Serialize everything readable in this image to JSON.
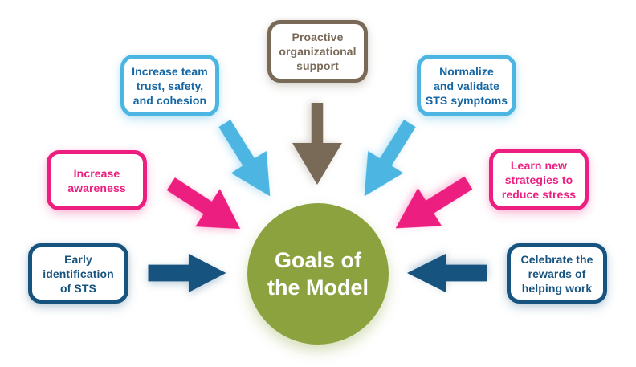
{
  "diagram": {
    "title": "Goals of the Model",
    "center": {
      "label": "Goals of\nthe Model",
      "shape": "circle",
      "color": "#8ba23e",
      "text_color": "#ffffff"
    },
    "colors": {
      "brown": "#796a58",
      "light_blue": "#4cb5e2",
      "light_blue_text": "#1566a3",
      "pink": "#ec1f81",
      "navy": "#17537f",
      "olive": "#8ba23e",
      "background": "#ffffff"
    },
    "nodes": [
      {
        "id": "proactive-organizational-support",
        "label": "Proactive\norganizational\nsupport",
        "color": "#796a58",
        "position": "top-center"
      },
      {
        "id": "increase-team-trust-safety-cohesion",
        "label": "Increase team\ntrust, safety,\nand cohesion",
        "color": "#4cb5e2",
        "position": "upper-left"
      },
      {
        "id": "normalize-validate-sts-symptoms",
        "label": "Normalize\nand validate\nSTS symptoms",
        "color": "#4cb5e2",
        "position": "upper-right"
      },
      {
        "id": "increase-awareness",
        "label": "Increase\nawareness",
        "color": "#ec1f81",
        "position": "mid-left"
      },
      {
        "id": "learn-new-strategies-reduce-stress",
        "label": "Learn new\nstrategies to\nreduce stress",
        "color": "#ec1f81",
        "position": "mid-right"
      },
      {
        "id": "early-identification-of-sts",
        "label": "Early\nidentification\nof STS",
        "color": "#17537f",
        "position": "bottom-left"
      },
      {
        "id": "celebrate-rewards-helping-work",
        "label": "Celebrate the\nrewards of\nhelping work",
        "color": "#17537f",
        "position": "bottom-right"
      }
    ]
  }
}
